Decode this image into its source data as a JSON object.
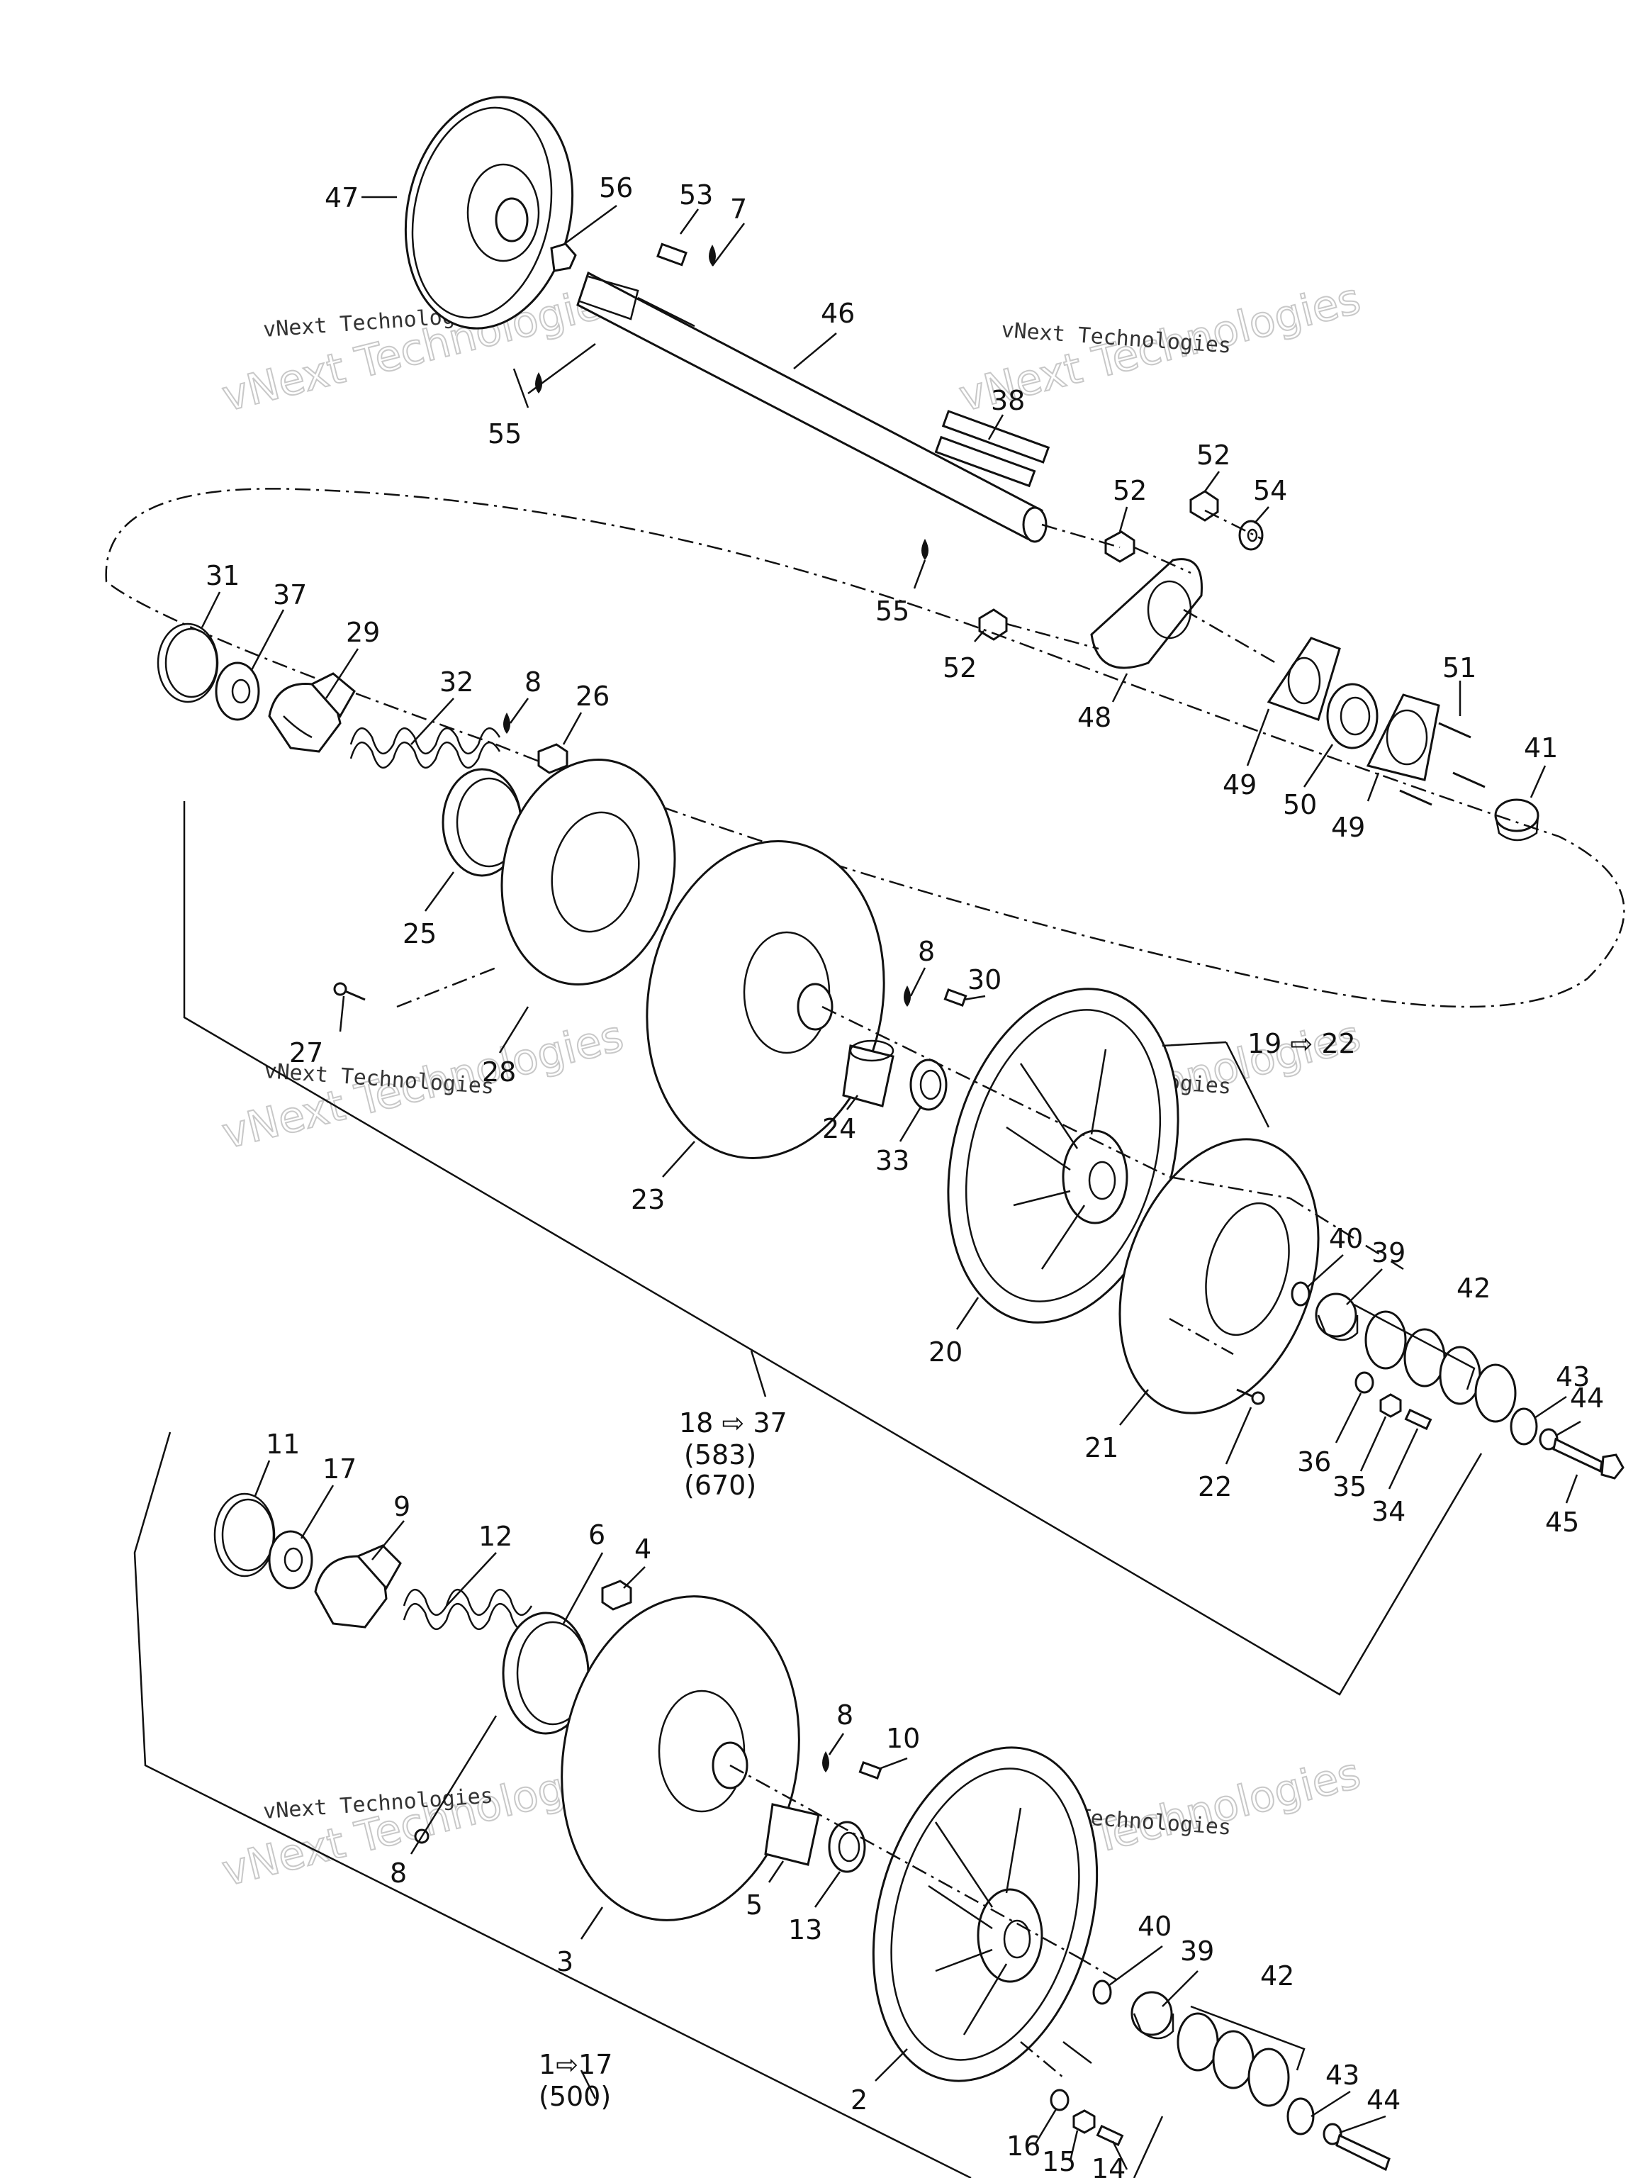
{
  "watermark": {
    "big": "vNext Technologies",
    "small": "vNext Technologies",
    "color": "#c8c8c8"
  },
  "callouts": [
    {
      "id": "c47",
      "text": "47"
    },
    {
      "id": "c56",
      "text": "56"
    },
    {
      "id": "c53",
      "text": "53"
    },
    {
      "id": "c7",
      "text": "7"
    },
    {
      "id": "c46",
      "text": "46"
    },
    {
      "id": "c55a",
      "text": "55"
    },
    {
      "id": "c38",
      "text": "38"
    },
    {
      "id": "c52a",
      "text": "52"
    },
    {
      "id": "c52b",
      "text": "52"
    },
    {
      "id": "c54",
      "text": "54"
    },
    {
      "id": "c55b",
      "text": "55"
    },
    {
      "id": "c52c",
      "text": "52"
    },
    {
      "id": "c48",
      "text": "48"
    },
    {
      "id": "c51",
      "text": "51"
    },
    {
      "id": "c41",
      "text": "41"
    },
    {
      "id": "c49a",
      "text": "49"
    },
    {
      "id": "c50",
      "text": "50"
    },
    {
      "id": "c49b",
      "text": "49"
    },
    {
      "id": "c31",
      "text": "31"
    },
    {
      "id": "c37",
      "text": "37"
    },
    {
      "id": "c29",
      "text": "29"
    },
    {
      "id": "c32",
      "text": "32"
    },
    {
      "id": "c8a",
      "text": "8"
    },
    {
      "id": "c26",
      "text": "26"
    },
    {
      "id": "c25",
      "text": "25"
    },
    {
      "id": "c27",
      "text": "27"
    },
    {
      "id": "c28",
      "text": "28"
    },
    {
      "id": "c8b",
      "text": "8"
    },
    {
      "id": "c30",
      "text": "30"
    },
    {
      "id": "c24",
      "text": "24"
    },
    {
      "id": "c33",
      "text": "33"
    },
    {
      "id": "c23",
      "text": "23"
    },
    {
      "id": "c20",
      "text": "20"
    },
    {
      "id": "c40a",
      "text": "40"
    },
    {
      "id": "c39a",
      "text": "39"
    },
    {
      "id": "c42a",
      "text": "42"
    },
    {
      "id": "c43a",
      "text": "43"
    },
    {
      "id": "c44a",
      "text": "44"
    },
    {
      "id": "c21",
      "text": "21"
    },
    {
      "id": "c22",
      "text": "22"
    },
    {
      "id": "c36",
      "text": "36"
    },
    {
      "id": "c35",
      "text": "35"
    },
    {
      "id": "c34",
      "text": "34"
    },
    {
      "id": "c45",
      "text": "45"
    },
    {
      "id": "c11",
      "text": "11"
    },
    {
      "id": "c17",
      "text": "17"
    },
    {
      "id": "c9",
      "text": "9"
    },
    {
      "id": "c12",
      "text": "12"
    },
    {
      "id": "c6",
      "text": "6"
    },
    {
      "id": "c4",
      "text": "4"
    },
    {
      "id": "c8c",
      "text": "8"
    },
    {
      "id": "c10",
      "text": "10"
    },
    {
      "id": "c8d",
      "text": "8"
    },
    {
      "id": "c5",
      "text": "5"
    },
    {
      "id": "c13",
      "text": "13"
    },
    {
      "id": "c3",
      "text": "3"
    },
    {
      "id": "c40b",
      "text": "40"
    },
    {
      "id": "c39b",
      "text": "39"
    },
    {
      "id": "c42b",
      "text": "42"
    },
    {
      "id": "c43b",
      "text": "43"
    },
    {
      "id": "c44b",
      "text": "44"
    },
    {
      "id": "c2",
      "text": "2"
    },
    {
      "id": "c16",
      "text": "16"
    },
    {
      "id": "c15",
      "text": "15"
    },
    {
      "id": "c14",
      "text": "14"
    }
  ],
  "groups": {
    "g19_22": "19 ⇨ 22",
    "g18_37": "18 ⇨ 37",
    "g18_37_a": "(583)",
    "g18_37_b": "(670)",
    "g1_17": "1⇨17",
    "g1_17_a": "(500)"
  }
}
